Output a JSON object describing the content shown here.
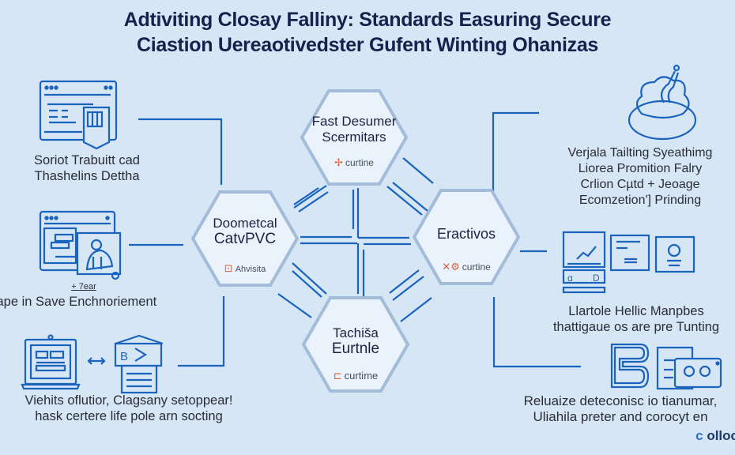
{
  "title": {
    "line1": "Adtiviting Closay Falliny: Standards Easuring Secure",
    "line2": "Ciastion Uereaotivedster Gufent Winting Ohanizas"
  },
  "colors": {
    "background": "#d6e6f5",
    "line": "#1a64bd",
    "hex_border": "#9eb9d8",
    "accent": "#d9603b",
    "title": "#16214d"
  },
  "hexagons": [
    {
      "id": "top",
      "line1": "Fast Desumer",
      "line2": "Scermitars",
      "tag_icon": "tool-icon",
      "tag": "curtine"
    },
    {
      "id": "left",
      "line1": "Doometcal",
      "line2": "CatvPVC",
      "tag_icon": "camera-icon",
      "tag": "Ahvisita"
    },
    {
      "id": "right",
      "line1": "Eractivos",
      "line2": "",
      "tag_icon": "gear-icon",
      "tag": "curtine"
    },
    {
      "id": "bottom",
      "line1": "Tachiša",
      "line2": "Eurtnle",
      "tag_icon": "faucet-icon",
      "tag": "curtime"
    }
  ],
  "left_items": [
    {
      "icon": "browser-shield-icon",
      "lines": [
        "Soriot Trabuitt cad",
        "Thashelins Dettha"
      ]
    },
    {
      "icon": "browser-user-icon",
      "caption": "+ 7ear",
      "lines": [
        "rape in Save Enchnoriement"
      ]
    },
    {
      "icon": "laptop-sync-icon",
      "lines": [
        "Viehits oflutior, Clagsany setoppear!",
        "hask certere life pole arn socting"
      ]
    }
  ],
  "right_items": [
    {
      "icon": "hand-cloud-icon",
      "lines": [
        "Verjala Tailting Syeathimg",
        "Liorea Promition Falry",
        "Crlion Cµtd + Jeoage",
        "Ecomzetion'] Prinding"
      ]
    },
    {
      "icon": "dashboard-documents-icon",
      "lines": [
        "Llartole Hellic Manpbes",
        "thattigaue os are pre Tunting"
      ]
    },
    {
      "icon": "data-cards-icon",
      "lines": [
        "Reluaize deteconisc io tianumar,",
        "Uliahila preter and corocyt en"
      ]
    }
  ],
  "logo": {
    "mark": "c",
    "text": "olloc"
  }
}
